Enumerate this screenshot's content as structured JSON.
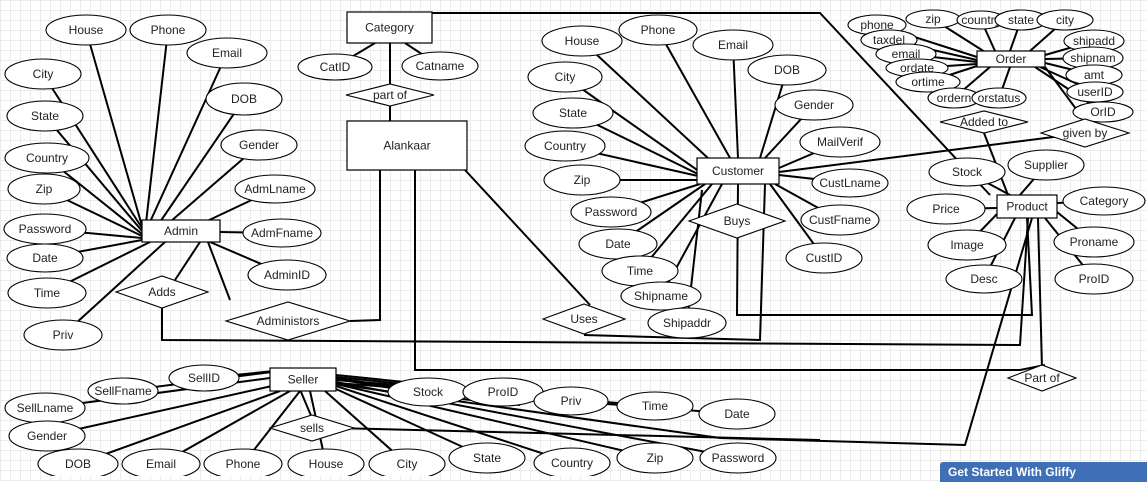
{
  "entities": [
    {
      "id": "category",
      "label": "Category"
    },
    {
      "id": "alankaar",
      "label": "Alankaar"
    },
    {
      "id": "customer",
      "label": "Customer"
    },
    {
      "id": "order",
      "label": "Order"
    },
    {
      "id": "product",
      "label": "Product"
    },
    {
      "id": "admin",
      "label": "Admin"
    },
    {
      "id": "seller",
      "label": "Seller"
    }
  ],
  "relationships": [
    {
      "id": "partof1",
      "label": "part of"
    },
    {
      "id": "buys",
      "label": "Buys"
    },
    {
      "id": "addedto",
      "label": "Added to"
    },
    {
      "id": "givenby",
      "label": "given by"
    },
    {
      "id": "adds",
      "label": "Adds"
    },
    {
      "id": "administors",
      "label": "Administors"
    },
    {
      "id": "uses",
      "label": "Uses"
    },
    {
      "id": "partof2",
      "label": "Part of"
    },
    {
      "id": "sells",
      "label": "sells"
    }
  ],
  "attributes": [
    {
      "id": "cat_id",
      "label": "CatID"
    },
    {
      "id": "cat_name",
      "label": "Catname"
    },
    {
      "id": "a_house",
      "label": "House"
    },
    {
      "id": "a_phone",
      "label": "Phone"
    },
    {
      "id": "a_email",
      "label": "Email"
    },
    {
      "id": "a_city",
      "label": "City"
    },
    {
      "id": "a_dob",
      "label": "DOB"
    },
    {
      "id": "a_state",
      "label": "State"
    },
    {
      "id": "a_gender",
      "label": "Gender"
    },
    {
      "id": "a_country",
      "label": "Country"
    },
    {
      "id": "a_lname",
      "label": "AdmLname"
    },
    {
      "id": "a_zip",
      "label": "Zip"
    },
    {
      "id": "a_password",
      "label": "Password"
    },
    {
      "id": "a_fname",
      "label": "AdmFname"
    },
    {
      "id": "a_date",
      "label": "Date"
    },
    {
      "id": "a_adminid",
      "label": "AdminID"
    },
    {
      "id": "a_time",
      "label": "Time"
    },
    {
      "id": "a_priv",
      "label": "Priv"
    },
    {
      "id": "c_house",
      "label": "House"
    },
    {
      "id": "c_phone",
      "label": "Phone"
    },
    {
      "id": "c_email",
      "label": "Email"
    },
    {
      "id": "c_city",
      "label": "City"
    },
    {
      "id": "c_dob",
      "label": "DOB"
    },
    {
      "id": "c_state",
      "label": "State"
    },
    {
      "id": "c_gender",
      "label": "Gender"
    },
    {
      "id": "c_country",
      "label": "Country"
    },
    {
      "id": "c_mailverif",
      "label": "MailVerif"
    },
    {
      "id": "c_zip",
      "label": "Zip"
    },
    {
      "id": "c_lname",
      "label": "CustLname"
    },
    {
      "id": "c_password",
      "label": "Password"
    },
    {
      "id": "c_fname",
      "label": "CustFname"
    },
    {
      "id": "c_date",
      "label": "Date"
    },
    {
      "id": "c_custid",
      "label": "CustID"
    },
    {
      "id": "c_time",
      "label": "Time"
    },
    {
      "id": "c_shipname",
      "label": "Shipname"
    },
    {
      "id": "c_shipaddr",
      "label": "Shipaddr"
    },
    {
      "id": "o_phone",
      "label": "phone"
    },
    {
      "id": "o_zip",
      "label": "zip"
    },
    {
      "id": "o_country",
      "label": "country"
    },
    {
      "id": "o_state",
      "label": "state"
    },
    {
      "id": "o_city",
      "label": "city"
    },
    {
      "id": "o_taxdel",
      "label": "taxdel"
    },
    {
      "id": "o_shipadd",
      "label": "shipadd"
    },
    {
      "id": "o_email",
      "label": "email"
    },
    {
      "id": "o_shipnam",
      "label": "shipnam"
    },
    {
      "id": "o_ordate",
      "label": "ordate"
    },
    {
      "id": "o_amt",
      "label": "amt"
    },
    {
      "id": "o_ortime",
      "label": "ortime"
    },
    {
      "id": "o_userid",
      "label": "userID"
    },
    {
      "id": "o_ordern",
      "label": "ordern"
    },
    {
      "id": "o_orstatus",
      "label": "orstatus"
    },
    {
      "id": "o_orid",
      "label": "OrID"
    },
    {
      "id": "p_stock",
      "label": "Stock"
    },
    {
      "id": "p_supplier",
      "label": "Supplier"
    },
    {
      "id": "p_category",
      "label": "Category"
    },
    {
      "id": "p_price",
      "label": "Price"
    },
    {
      "id": "p_proname",
      "label": "Proname"
    },
    {
      "id": "p_image",
      "label": "Image"
    },
    {
      "id": "p_desc",
      "label": "Desc"
    },
    {
      "id": "p_proid",
      "label": "ProID"
    },
    {
      "id": "s_sellid",
      "label": "SellID"
    },
    {
      "id": "s_fname",
      "label": "SellFname"
    },
    {
      "id": "s_lname",
      "label": "SellLname"
    },
    {
      "id": "s_gender",
      "label": "Gender"
    },
    {
      "id": "s_dob",
      "label": "DOB"
    },
    {
      "id": "s_email",
      "label": "Email"
    },
    {
      "id": "s_phone",
      "label": "Phone"
    },
    {
      "id": "s_house",
      "label": "House"
    },
    {
      "id": "s_city",
      "label": "City"
    },
    {
      "id": "s_state",
      "label": "State"
    },
    {
      "id": "s_country",
      "label": "Country"
    },
    {
      "id": "s_zip",
      "label": "Zip"
    },
    {
      "id": "s_password",
      "label": "Password"
    },
    {
      "id": "s_stock",
      "label": "Stock"
    },
    {
      "id": "s_proid",
      "label": "ProID"
    },
    {
      "id": "s_priv",
      "label": "Priv"
    },
    {
      "id": "s_time",
      "label": "Time"
    },
    {
      "id": "s_date",
      "label": "Date"
    }
  ],
  "banner": {
    "text": "Get Started With Gliffy"
  }
}
